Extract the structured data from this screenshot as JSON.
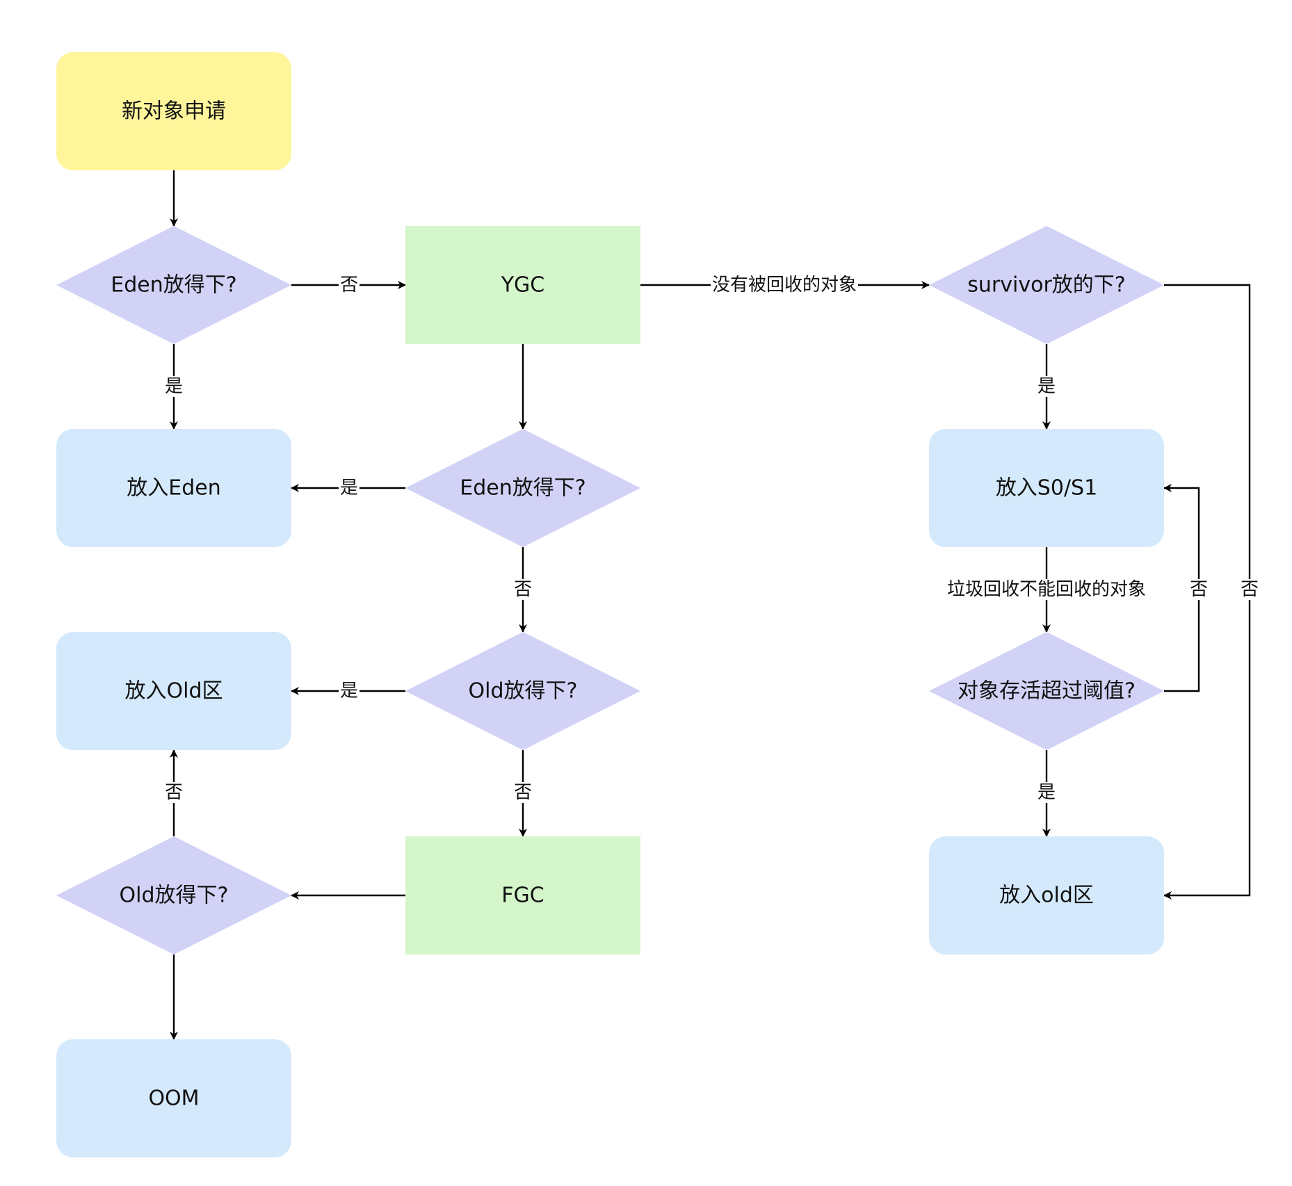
{
  "colors": {
    "start": "#fff69c",
    "decision": "#d2d2f7",
    "process": "#d4f6ca",
    "result": "#d4e9fb",
    "line": "#000000",
    "text": "#111111"
  },
  "nodes": {
    "start": {
      "label": "新对象申请",
      "shape": "rounded-rect",
      "role": "start"
    },
    "d_eden1": {
      "label": "Eden放得下?",
      "shape": "diamond",
      "role": "decision"
    },
    "ygc": {
      "label": "YGC",
      "shape": "rect",
      "role": "process"
    },
    "d_survivor": {
      "label": "survivor放的下?",
      "shape": "diamond",
      "role": "decision"
    },
    "put_eden": {
      "label": "放入Eden",
      "shape": "rounded-rect",
      "role": "result"
    },
    "d_eden2": {
      "label": "Eden放得下?",
      "shape": "diamond",
      "role": "decision"
    },
    "put_s0s1": {
      "label": "放入S0/S1",
      "shape": "rounded-rect",
      "role": "result"
    },
    "put_old1": {
      "label": "放入Old区",
      "shape": "rounded-rect",
      "role": "result"
    },
    "d_old1": {
      "label": "Old放得下?",
      "shape": "diamond",
      "role": "decision"
    },
    "d_age": {
      "label": "对象存活超过阈值?",
      "shape": "diamond",
      "role": "decision"
    },
    "d_old2": {
      "label": "Old放得下?",
      "shape": "diamond",
      "role": "decision"
    },
    "fgc": {
      "label": "FGC",
      "shape": "rect",
      "role": "process"
    },
    "put_old2": {
      "label": "放入old区",
      "shape": "rounded-rect",
      "role": "result"
    },
    "oom": {
      "label": "OOM",
      "shape": "rounded-rect",
      "role": "result"
    }
  },
  "edges": [
    {
      "id": "e1",
      "from": "start",
      "to": "d_eden1",
      "label": ""
    },
    {
      "id": "e2",
      "from": "d_eden1",
      "to": "ygc",
      "label": "否"
    },
    {
      "id": "e3",
      "from": "ygc",
      "to": "d_survivor",
      "label": "没有被回收的对象"
    },
    {
      "id": "e4",
      "from": "d_eden1",
      "to": "put_eden",
      "label": "是"
    },
    {
      "id": "e5",
      "from": "ygc",
      "to": "d_eden2",
      "label": ""
    },
    {
      "id": "e6",
      "from": "d_eden2",
      "to": "put_eden",
      "label": "是"
    },
    {
      "id": "e7",
      "from": "d_survivor",
      "to": "put_s0s1",
      "label": "是"
    },
    {
      "id": "e8",
      "from": "d_survivor",
      "to": "put_old2",
      "label": "否"
    },
    {
      "id": "e9",
      "from": "d_eden2",
      "to": "d_old1",
      "label": "否"
    },
    {
      "id": "e10",
      "from": "d_old1",
      "to": "put_old1",
      "label": "是"
    },
    {
      "id": "e11",
      "from": "d_old1",
      "to": "fgc",
      "label": "否"
    },
    {
      "id": "e12",
      "from": "put_s0s1",
      "to": "d_age",
      "label": "垃圾回收不能回收的对象"
    },
    {
      "id": "e13",
      "from": "d_age",
      "to": "put_s0s1",
      "label": "否"
    },
    {
      "id": "e14",
      "from": "d_age",
      "to": "put_old2",
      "label": "是"
    },
    {
      "id": "e15",
      "from": "fgc",
      "to": "d_old2",
      "label": ""
    },
    {
      "id": "e16",
      "from": "d_old2",
      "to": "put_old1",
      "label": "否"
    },
    {
      "id": "e17",
      "from": "d_old2",
      "to": "oom",
      "label": ""
    }
  ]
}
